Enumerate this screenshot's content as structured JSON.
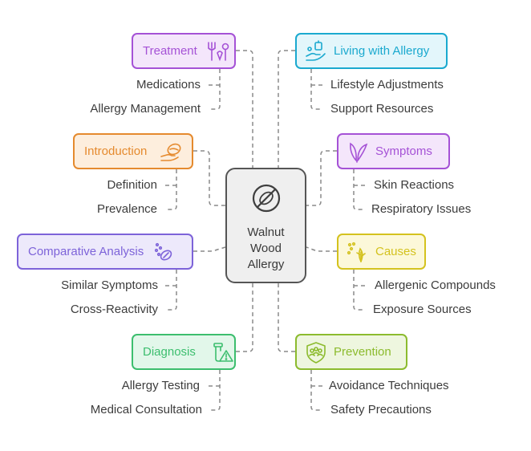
{
  "center": {
    "line1": "Walnut",
    "line2": "Wood",
    "line3": "Allergy",
    "icon": "no-walnut-icon"
  },
  "topics": [
    {
      "key": "treatment",
      "title": "Treatment",
      "icon": "dining-utensils-icon",
      "color": "#a552d6",
      "fill": "#f4e6fb",
      "side": "left",
      "items": [
        "Medications",
        "Allergy Management"
      ]
    },
    {
      "key": "living",
      "title": "Living with Allergy",
      "icon": "hand-care-icon",
      "color": "#1aa9cf",
      "fill": "#e3f6fb",
      "side": "right",
      "items": [
        "Lifestyle Adjustments",
        "Support Resources"
      ]
    },
    {
      "key": "introduction",
      "title": "Introduction",
      "icon": "walnut-hand-icon",
      "color": "#e58a2e",
      "fill": "#fdeedd",
      "side": "left",
      "items": [
        "Definition",
        "Prevalence"
      ]
    },
    {
      "key": "symptoms",
      "title": "Symptoms",
      "icon": "leaf-icon",
      "color": "#a552d6",
      "fill": "#f4e6fb",
      "side": "right",
      "items": [
        "Skin Reactions",
        "Respiratory Issues"
      ]
    },
    {
      "key": "comparative",
      "title": "Comparative Analysis",
      "icon": "pills-icon",
      "color": "#7d63d9",
      "fill": "#ede9fb",
      "side": "left",
      "items": [
        "Similar Symptoms",
        "Cross-Reactivity"
      ]
    },
    {
      "key": "causes",
      "title": "Causes",
      "icon": "pollen-icon",
      "color": "#d4c21e",
      "fill": "#fcf8d9",
      "side": "right",
      "items": [
        "Allergenic Compounds",
        "Exposure Sources"
      ]
    },
    {
      "key": "diagnosis",
      "title": "Diagnosis",
      "icon": "lab-test-icon",
      "color": "#3cbe6e",
      "fill": "#e2f7ea",
      "side": "left",
      "items": [
        "Allergy Testing",
        "Medical Consultation"
      ]
    },
    {
      "key": "prevention",
      "title": "Prevention",
      "icon": "shield-people-icon",
      "color": "#8cbb2e",
      "fill": "#eef6df",
      "side": "right",
      "items": [
        "Avoidance Techniques",
        "Safety Precautions"
      ]
    }
  ]
}
